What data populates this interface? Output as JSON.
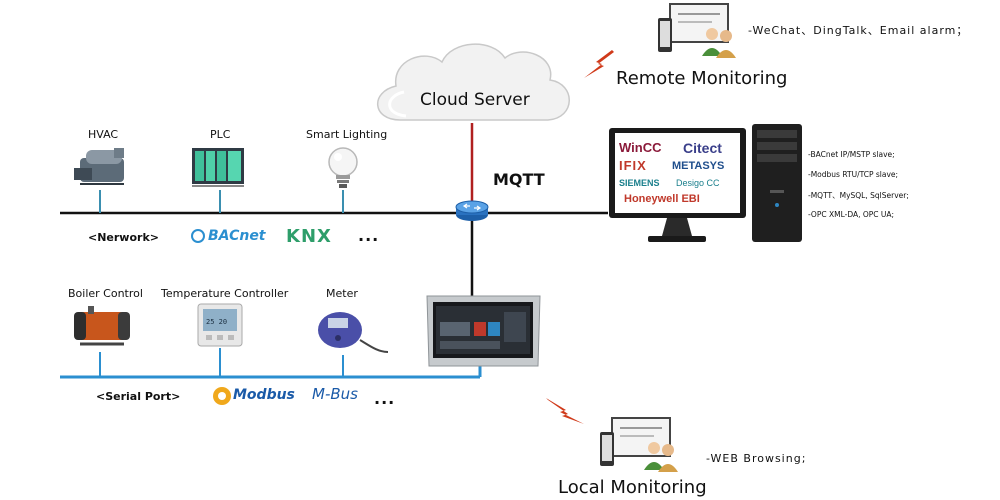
{
  "cloud": {
    "label": "Cloud Server"
  },
  "protocol": {
    "label": "MQTT"
  },
  "remote": {
    "title": "Remote Monitoring",
    "note": "-WeChat、DingTalk、Email alarm；"
  },
  "local": {
    "title": "Local Monitoring",
    "note": "-WEB Browsing;"
  },
  "network_bus": {
    "label": "<Nerwork>",
    "devices": [
      "HVAC",
      "PLC",
      "Smart Lighting"
    ],
    "protocols": [
      "BACnet",
      "KNX"
    ],
    "more": "..."
  },
  "serial_bus": {
    "label": "<Serial Port>",
    "devices": [
      "Boiler Control",
      "Temperature Controller",
      "Meter"
    ],
    "protocols": [
      "Modbus",
      "M-Bus"
    ],
    "more": "..."
  },
  "scada_screen": {
    "brands": [
      "WinCC",
      "Citect",
      "IFIX",
      "METASYS",
      "SIEMENS",
      "Desigo CC",
      "Honeywell EBI"
    ]
  },
  "services": [
    "-BACnet IP/MSTP slave;",
    "-Modbus RTU/TCP slave;",
    "-MQTT、MySQL, SqlServer;",
    "-OPC XML-DA, OPC UA;"
  ],
  "colors": {
    "bus_black": "#111111",
    "bus_blue": "#2b8fd0",
    "mqtt_link": "#b02020",
    "drop_teal": "#3a8fb0",
    "lightning": "#d03a1a"
  }
}
